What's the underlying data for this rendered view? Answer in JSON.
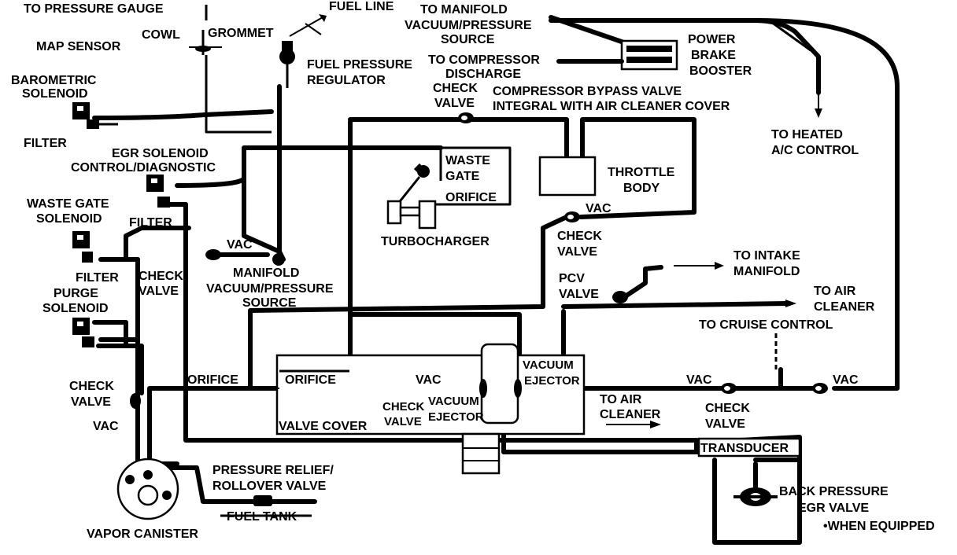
{
  "labels": {
    "to_pressure_gauge": "TO PRESSURE GAUGE",
    "fuel_line": "FUEL LINE",
    "to_manifold_1": "TO MANIFOLD",
    "to_manifold_2": "VACUUM/PRESSURE",
    "to_manifold_3": "SOURCE",
    "power_brake_1": "POWER",
    "power_brake_2": "BRAKE",
    "power_brake_3": "BOOSTER",
    "cowl": "COWL",
    "grommet": "GROMMET",
    "map_sensor": "MAP SENSOR",
    "fuel_pressure_1": "FUEL PRESSURE",
    "fuel_pressure_2": "REGULATOR",
    "to_compressor_1": "TO COMPRESSOR",
    "to_compressor_2": "DISCHARGE",
    "barometric_1": "BAROMETRIC",
    "barometric_2": "SOLENOID",
    "check_valve_top_1": "CHECK",
    "check_valve_top_2": "VALVE",
    "compressor_bypass_1": "COMPRESSOR BYPASS VALVE",
    "compressor_bypass_2": "INTEGRAL WITH AIR CLEANER COVER",
    "to_heated_1": "TO HEATED",
    "to_heated_2": "A/C CONTROL",
    "filter_1": "FILTER",
    "egr_solenoid_1": "EGR SOLENOID",
    "egr_solenoid_2": "CONTROL/DIAGNOSTIC",
    "waste_gate_1": "WASTE",
    "waste_gate_2": "GATE",
    "orifice_turbo": "ORIFICE",
    "throttle_1": "THROTTLE",
    "throttle_2": "BODY",
    "waste_gate_sol_1": "WASTE GATE",
    "waste_gate_sol_2": "SOLENOID",
    "filter_2": "FILTER",
    "vac_throttle": "VAC",
    "turbocharger": "TURBOCHARGER",
    "check_valve_mid_1": "CHECK",
    "check_valve_mid_2": "VALVE",
    "vac_left": "VAC",
    "to_intake_1": "TO INTAKE",
    "to_intake_2": "MANIFOLD",
    "filter_3": "FILTER",
    "check_valve_left_1": "CHECK",
    "check_valve_left_2": "VALVE",
    "manifold_vac_1": "MANIFOLD",
    "manifold_vac_2": "VACUUM/PRESSURE",
    "manifold_vac_3": "SOURCE",
    "pcv_1": "PCV",
    "pcv_2": "VALVE",
    "to_air_cleaner_1": "TO AIR",
    "to_air_cleaner_2": "CLEANER",
    "purge_1": "PURGE",
    "purge_2": "SOLENOID",
    "to_cruise": "TO CRUISE CONTROL",
    "vacuum_ejector_r1": "VACUUM",
    "vacuum_ejector_r2": "EJECTOR",
    "check_valve_lo_1": "CHECK",
    "check_valve_lo_2": "VALVE",
    "orifice_left": "ORIFICE",
    "orifice_mid": "ORIFICE",
    "vac_mid": "VAC",
    "vac_right1": "VAC",
    "vac_right2": "VAC",
    "to_air_cleaner_lo_1": "TO AIR",
    "to_air_cleaner_lo_2": "CLEANER",
    "check_cover_1": "CHECK",
    "check_cover_2": "VALVE",
    "vacuum_ejector_c1": "VACUUM",
    "vacuum_ejector_c2": "EJECTOR",
    "check_right_1": "CHECK",
    "check_right_2": "VALVE",
    "vac_lower_left": "VAC",
    "valve_cover": "VALVE COVER",
    "transducer": "TRANSDUCER",
    "pressure_relief_1": "PRESSURE RELIEF/",
    "pressure_relief_2": "ROLLOVER VALVE",
    "back_pressure_1": "BACK PRESSURE",
    "back_pressure_2": "EGR VALVE",
    "fuel_tank": "FUEL TANK",
    "vapor_canister": "VAPOR CANISTER",
    "when_equipped": "•WHEN EQUIPPED"
  }
}
